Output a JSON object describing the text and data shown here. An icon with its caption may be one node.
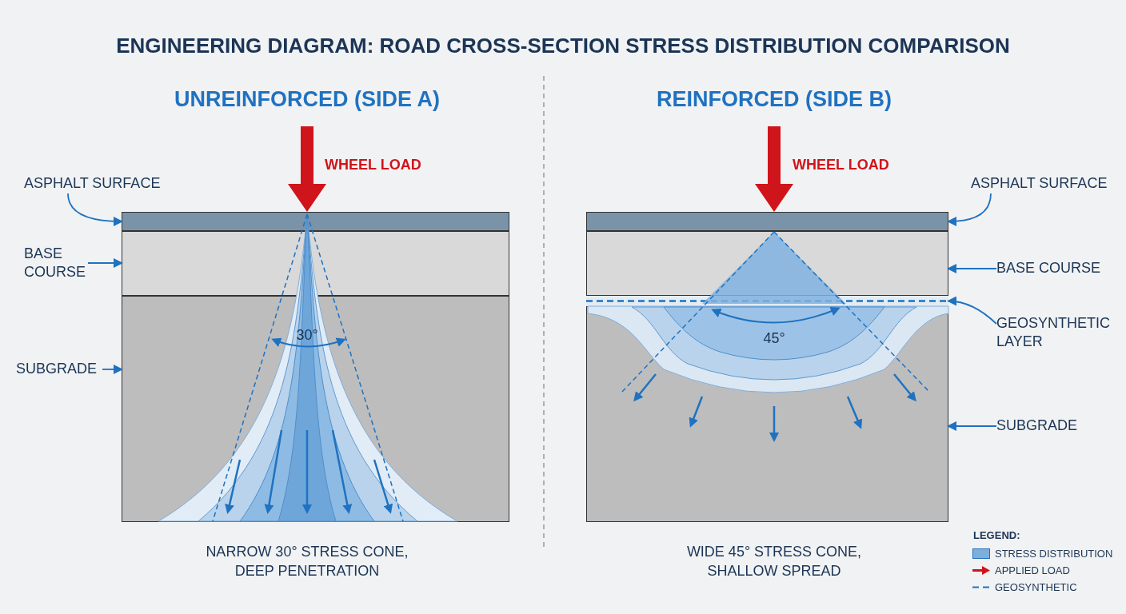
{
  "diagram": {
    "title": "ENGINEERING DIAGRAM: ROAD CROSS-SECTION STRESS DISTRIBUTION COMPARISON",
    "nodes": [
      {
        "text": [
          "ASPHALT SURFACE"
        ]
      },
      {
        "text": [
          "BASE COURSE"
        ]
      },
      {
        "text": [
          "SUBGRADE"
        ]
      },
      {
        "text": [],
        "shape": "box"
      },
      {
        "text": [],
        "shape": "box"
      },
      {
        "text": [],
        "shape": "box"
      },
      {
        "text": [
          "ASPHALT SURFACE"
        ]
      },
      {
        "text": [
          "BASE COURSE"
        ]
      },
      {
        "text": [
          "GEOSYNTHETIC LAYER"
        ]
      },
      {
        "text": [
          "SUBGRADE"
        ]
      },
      {
        "text": [],
        "shape": "box"
      },
      {
        "text": [],
        "shape": "box"
      },
      {
        "text": [],
        "shape": "bar"
      },
      {
        "text": [],
        "shape": "box"
      }
    ],
    "edges": [
      {
        "from": 0,
        "to": 3,
        "arrow": "to"
      },
      {
        "from": 1,
        "to": 4,
        "arrow": "to"
      },
      {
        "from": 2,
        "to": 5,
        "arrow": "to"
      },
      {
        "from": 6,
        "to": 10,
        "arrow": "to"
      },
      {
        "from": 7,
        "to": 11,
        "arrow": "to"
      },
      {
        "from": 8,
        "to": 12,
        "arrow": "to"
      },
      {
        "from": 9,
        "to": 13,
        "arrow": "to"
      }
    ],
    "labels": [
      "UNREINFORCED (SIDE A)",
      "WHEEL LOAD",
      "30°",
      "NARROW 30° STRESS CONE, DEEP PENETRATION",
      "REINFORCED (SIDE B)",
      "WHEEL LOAD",
      "45°",
      "WIDE 45° STRESS CONE, SHALLOW SPREAD",
      "LEGEND:"
    ],
    "legend": [
      {
        "text": "STRESS DISTRIBUTION",
        "color": "#7eaedb"
      },
      {
        "text": "APPLIED LOAD"
      },
      {
        "text": "GEOSYNTHETIC"
      }
    ]
  }
}
